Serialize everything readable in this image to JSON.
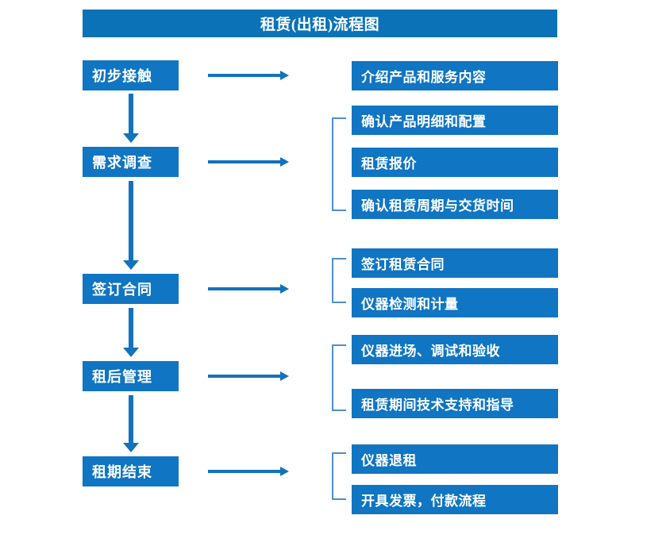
{
  "title": "租赁(出租)流程图",
  "colors": {
    "title_bar": "#0C72B8",
    "box_blue": "#1075C2",
    "arrow_blue": "#1272BC",
    "bracket_blue": "#4E8FC8",
    "text": "#FFFFFF",
    "background": "#FFFFFF"
  },
  "stages": [
    {
      "label": "初步接触"
    },
    {
      "label": "需求调查"
    },
    {
      "label": "签订合同"
    },
    {
      "label": "租后管理"
    },
    {
      "label": "租期结束"
    }
  ],
  "details": [
    {
      "label": "介绍产品和服务内容"
    },
    {
      "label": "确认产品明细和配置"
    },
    {
      "label": "租赁报价"
    },
    {
      "label": "确认租赁周期与交货时间"
    },
    {
      "label": "签订租赁合同"
    },
    {
      "label": "仪器检测和计量"
    },
    {
      "label": "仪器进场、调试和验收"
    },
    {
      "label": "租赁期间技术支持和指导"
    },
    {
      "label": "仪器退租"
    },
    {
      "label": "开具发票，付款流程"
    }
  ]
}
